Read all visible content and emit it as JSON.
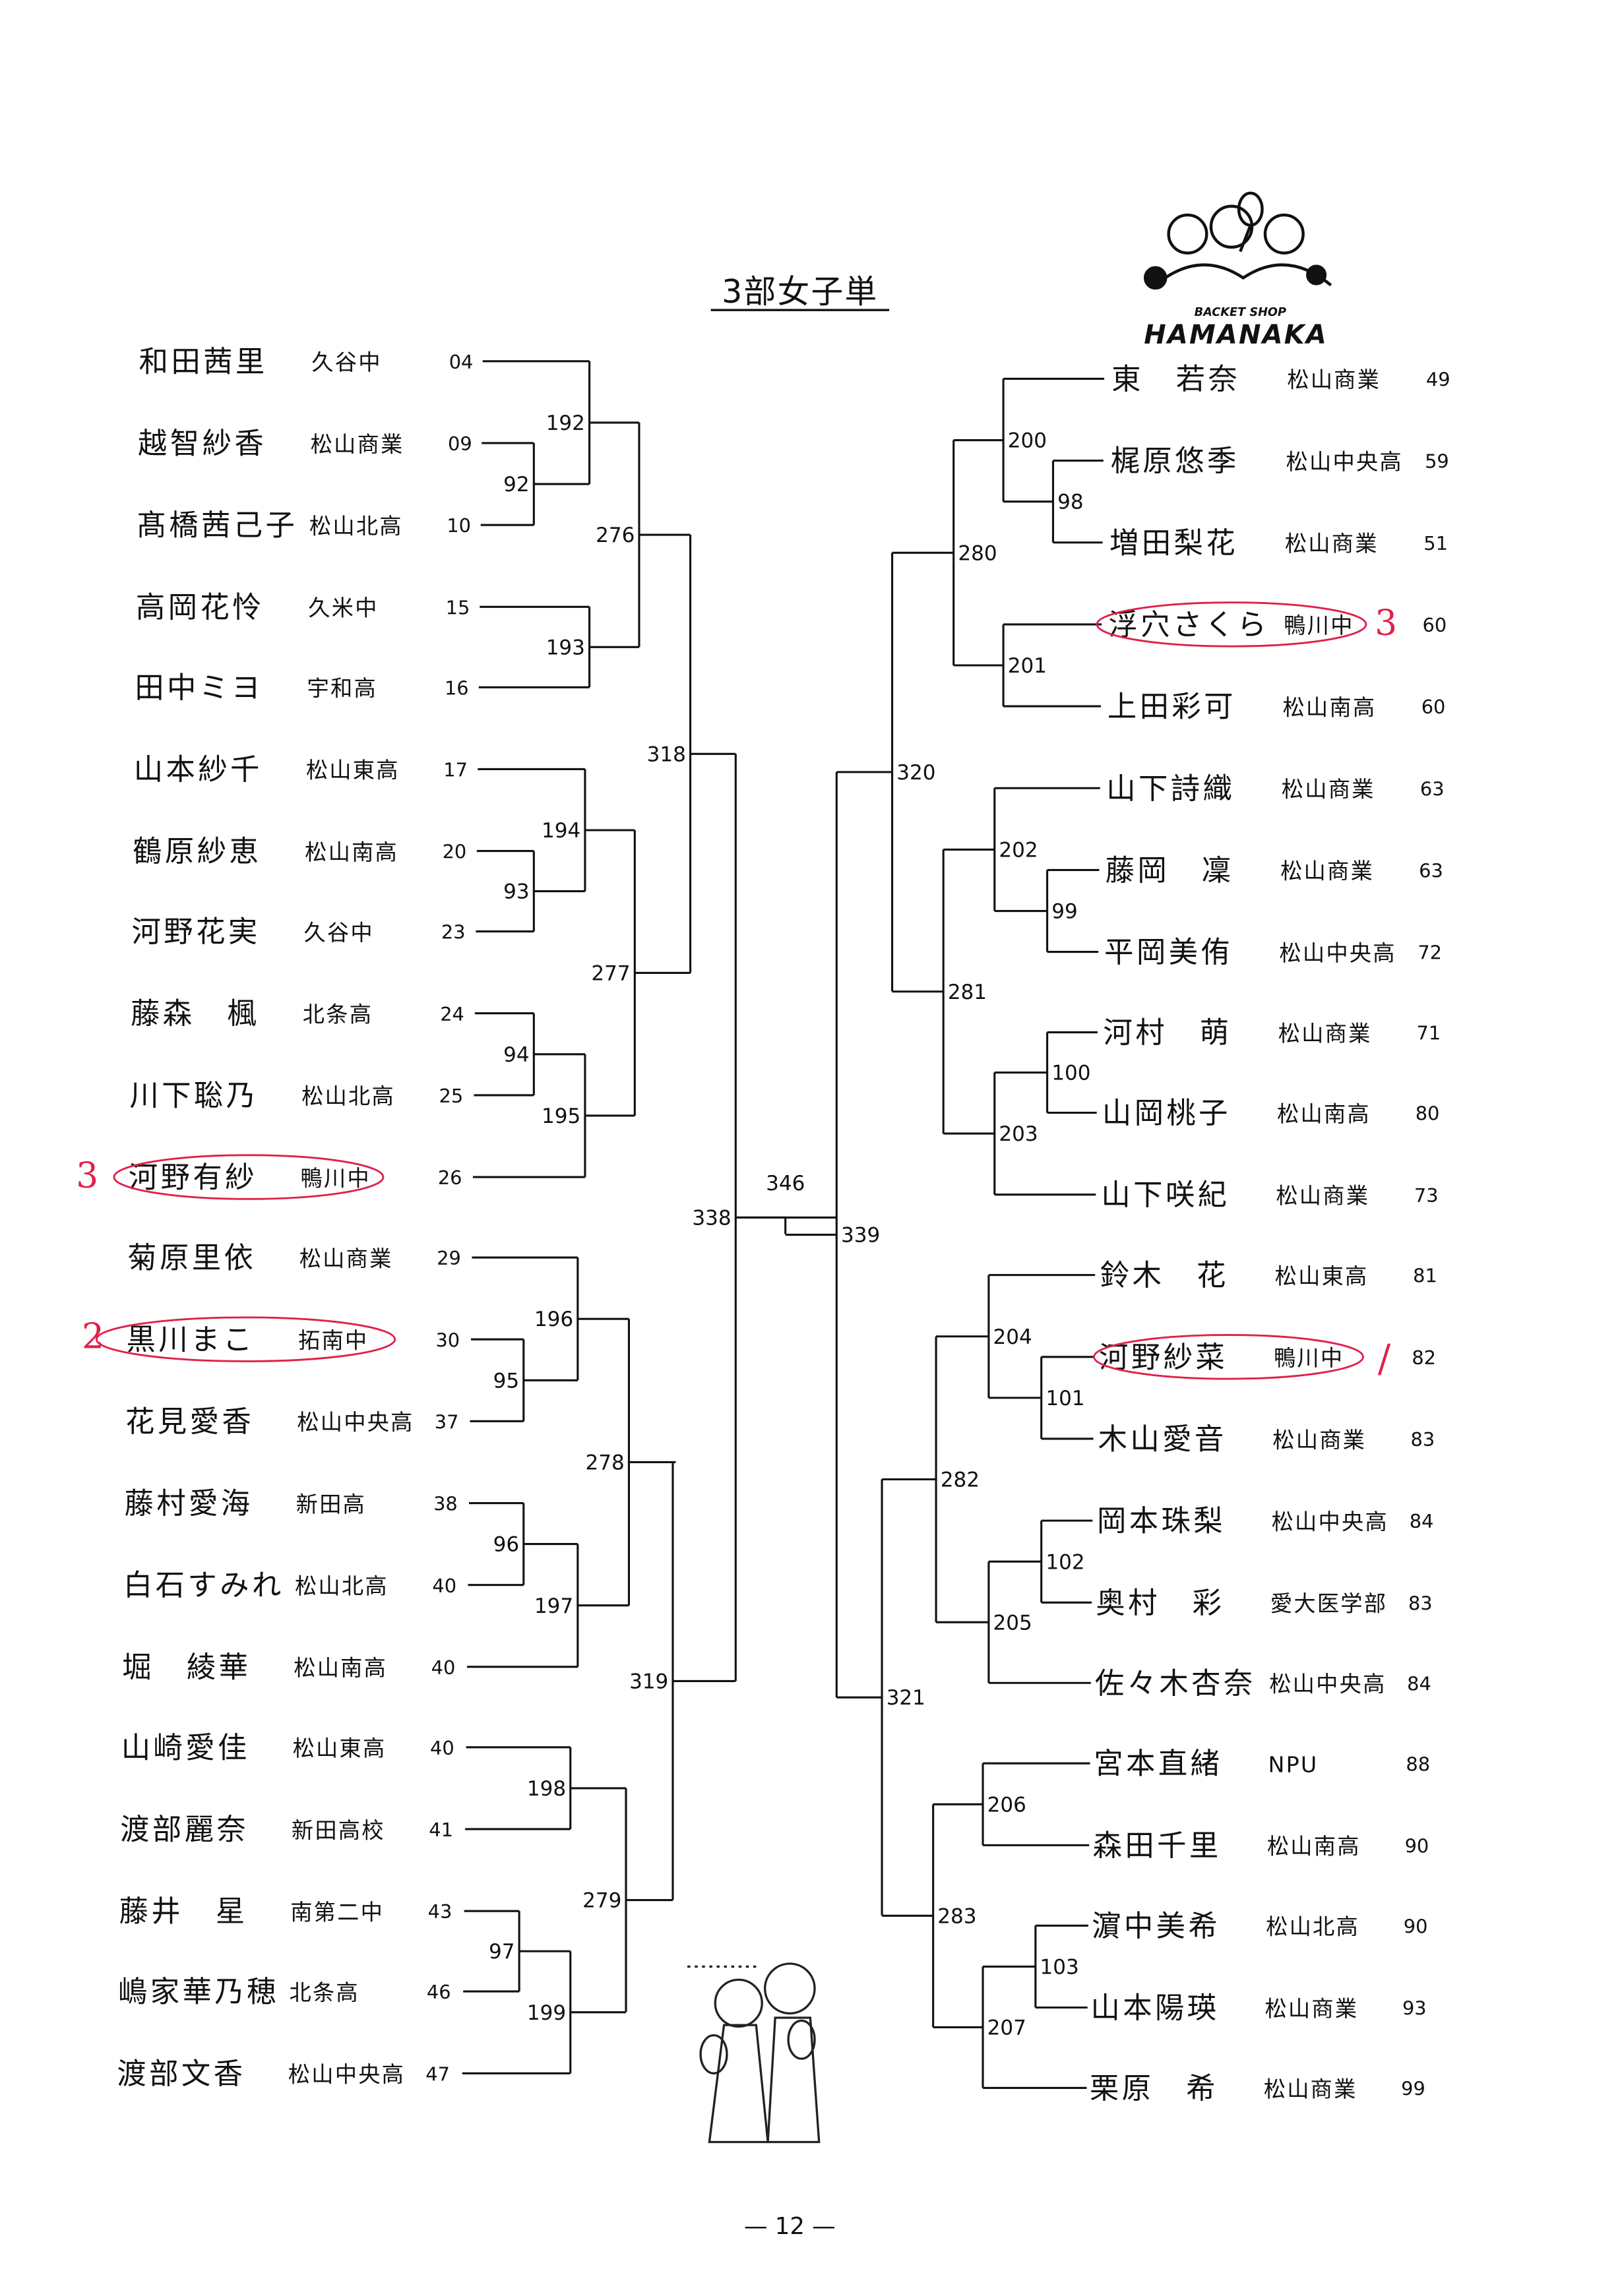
{
  "title": "3部女子単",
  "page_number": "— 12 —",
  "logo": {
    "line1": "BACKET SHOP",
    "line2": "HAMANAKA"
  },
  "colors": {
    "ink": "#111111",
    "annotation": "#e0204a"
  },
  "left": {
    "players": [
      {
        "name": "和田茜里",
        "team": "久谷中",
        "seed": "04"
      },
      {
        "name": "越智紗香",
        "team": "松山商業",
        "seed": "09"
      },
      {
        "name": "髙橋茜己子",
        "team": "松山北高",
        "seed": "10"
      },
      {
        "name": "高岡花怜",
        "team": "久米中",
        "seed": "15"
      },
      {
        "name": "田中ミヨ",
        "team": "宇和高",
        "seed": "16"
      },
      {
        "name": "山本紗千",
        "team": "松山東高",
        "seed": "17"
      },
      {
        "name": "鶴原紗恵",
        "team": "松山南高",
        "seed": "20"
      },
      {
        "name": "河野花実",
        "team": "久谷中",
        "seed": "23"
      },
      {
        "name": "藤森　楓",
        "team": "北条高",
        "seed": "24"
      },
      {
        "name": "川下聡乃",
        "team": "松山北高",
        "seed": "25"
      },
      {
        "name": "河野有紗",
        "team": "鴨川中",
        "seed": "26"
      },
      {
        "name": "菊原里依",
        "team": "松山商業",
        "seed": "29"
      },
      {
        "name": "黒川まこ",
        "team": "拓南中",
        "seed": "30"
      },
      {
        "name": "花見愛香",
        "team": "松山中央高",
        "seed": "37"
      },
      {
        "name": "藤村愛海",
        "team": "新田高",
        "seed": "38"
      },
      {
        "name": "白石すみれ",
        "team": "松山北高",
        "seed": "40"
      },
      {
        "name": "堀　綾華",
        "team": "松山南高",
        "seed": "40"
      },
      {
        "name": "山崎愛佳",
        "team": "松山東高",
        "seed": "40"
      },
      {
        "name": "渡部麗奈",
        "team": "新田高校",
        "seed": "41"
      },
      {
        "name": "藤井　星",
        "team": "南第二中",
        "seed": "43"
      },
      {
        "name": "嶋家華乃穂",
        "team": "北条高",
        "seed": "46"
      },
      {
        "name": "渡部文香",
        "team": "松山中央高",
        "seed": "47"
      }
    ],
    "matches": [
      "92",
      "192",
      "193",
      "276",
      "93",
      "194",
      "94",
      "195",
      "277",
      "318",
      "95",
      "196",
      "96",
      "197",
      "278",
      "198",
      "97",
      "199",
      "279",
      "319",
      "338"
    ]
  },
  "right": {
    "players": [
      {
        "name": "東　若奈",
        "team": "松山商業",
        "seed": "49"
      },
      {
        "name": "梶原悠季",
        "team": "松山中央高",
        "seed": "59"
      },
      {
        "name": "増田梨花",
        "team": "松山商業",
        "seed": "51"
      },
      {
        "name": "浮穴さくら",
        "team": "鴨川中",
        "seed": "60"
      },
      {
        "name": "上田彩可",
        "team": "松山南高",
        "seed": "60"
      },
      {
        "name": "山下詩織",
        "team": "松山商業",
        "seed": "63"
      },
      {
        "name": "藤岡　凜",
        "team": "松山商業",
        "seed": "63"
      },
      {
        "name": "平岡美侑",
        "team": "松山中央高",
        "seed": "72"
      },
      {
        "name": "河村　萌",
        "team": "松山商業",
        "seed": "71"
      },
      {
        "name": "山岡桃子",
        "team": "松山南高",
        "seed": "80"
      },
      {
        "name": "山下咲紀",
        "team": "松山商業",
        "seed": "73"
      },
      {
        "name": "鈴木　花",
        "team": "松山東高",
        "seed": "81"
      },
      {
        "name": "河野紗菜",
        "team": "鴨川中",
        "seed": "82"
      },
      {
        "name": "木山愛音",
        "team": "松山商業",
        "seed": "83"
      },
      {
        "name": "岡本珠梨",
        "team": "松山中央高",
        "seed": "84"
      },
      {
        "name": "奥村　彩",
        "team": "愛大医学部",
        "seed": "83"
      },
      {
        "name": "佐々木杏奈",
        "team": "松山中央高",
        "seed": "84"
      },
      {
        "name": "宮本直緒",
        "team": "NPU",
        "seed": "88"
      },
      {
        "name": "森田千里",
        "team": "松山南高",
        "seed": "90"
      },
      {
        "name": "濵中美希",
        "team": "松山北高",
        "seed": "90"
      },
      {
        "name": "山本陽瑛",
        "team": "松山商業",
        "seed": "93"
      },
      {
        "name": "栗原　希",
        "team": "松山商業",
        "seed": "99"
      }
    ],
    "matches": [
      "98",
      "200",
      "201",
      "280",
      "99",
      "202",
      "100",
      "203",
      "281",
      "320",
      "101",
      "204",
      "102",
      "205",
      "282",
      "206",
      "103",
      "207",
      "283",
      "321",
      "339"
    ]
  },
  "final_match": "346",
  "annotations": {
    "rank_left_10": "3",
    "rank_left_12": "2",
    "rank_right_3": "3",
    "rank_right_12": "/"
  }
}
